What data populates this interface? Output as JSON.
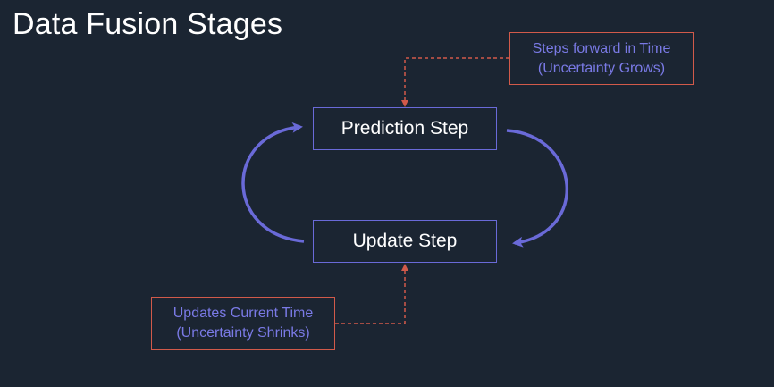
{
  "title": "Data Fusion Stages",
  "steps": {
    "prediction": "Prediction Step",
    "update": "Update Step"
  },
  "notes": {
    "prediction": {
      "line1": "Steps forward in Time",
      "line2": "(Uncertainty Grows)"
    },
    "update": {
      "line1": "Updates Current Time",
      "line2": "(Uncertainty Shrinks)"
    }
  },
  "colors": {
    "background": "#1b2532",
    "step_border": "#6a6ad8",
    "cycle_arrow": "#6a6ad8",
    "note_border": "#d25a4a",
    "note_text": "#7a7ae6",
    "leader_line": "#d25a4a"
  }
}
